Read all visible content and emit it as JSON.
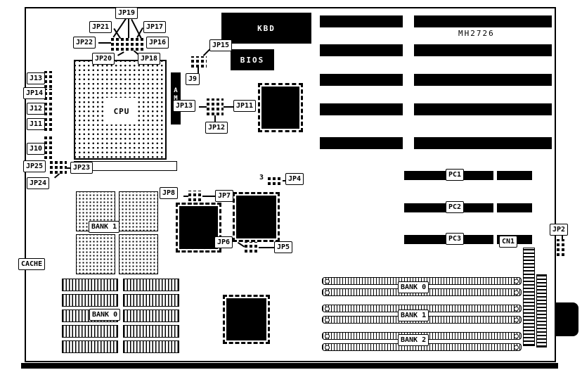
{
  "board": {
    "part_number": "MH2726"
  },
  "chips": {
    "cpu": "CPU",
    "amp": "AMP",
    "kbd": "KBD",
    "bios": "BIOS"
  },
  "cache": {
    "label": "CACHE",
    "bank1": "BANK 1",
    "bank0": "BANK 0"
  },
  "simm_banks": {
    "bank0": "BANK 0",
    "bank1": "BANK 1",
    "bank2": "BANK 2"
  },
  "slots": {
    "pc1": "PC1",
    "pc2": "PC2",
    "pc3": "PC3",
    "cn1": "CN1"
  },
  "jumpers": {
    "jp19": "JP19",
    "jp21": "JP21",
    "jp17": "JP17",
    "jp22": "JP22",
    "jp16": "JP16",
    "jp20": "JP20",
    "jp18": "JP18",
    "jp15": "JP15",
    "j9": "J9",
    "j13": "J13",
    "jp14": "JP14",
    "j12": "J12",
    "j11": "J11",
    "j10": "J10",
    "jp25": "JP25",
    "jp23": "JP23",
    "jp24": "JP24",
    "jp13": "JP13",
    "jp11": "JP11",
    "jp12": "JP12",
    "jp4": "JP4",
    "jp4_pin": "3",
    "jp8": "JP8",
    "jp7": "JP7",
    "jp6": "JP6",
    "jp5": "JP5",
    "jp2": "JP2"
  }
}
